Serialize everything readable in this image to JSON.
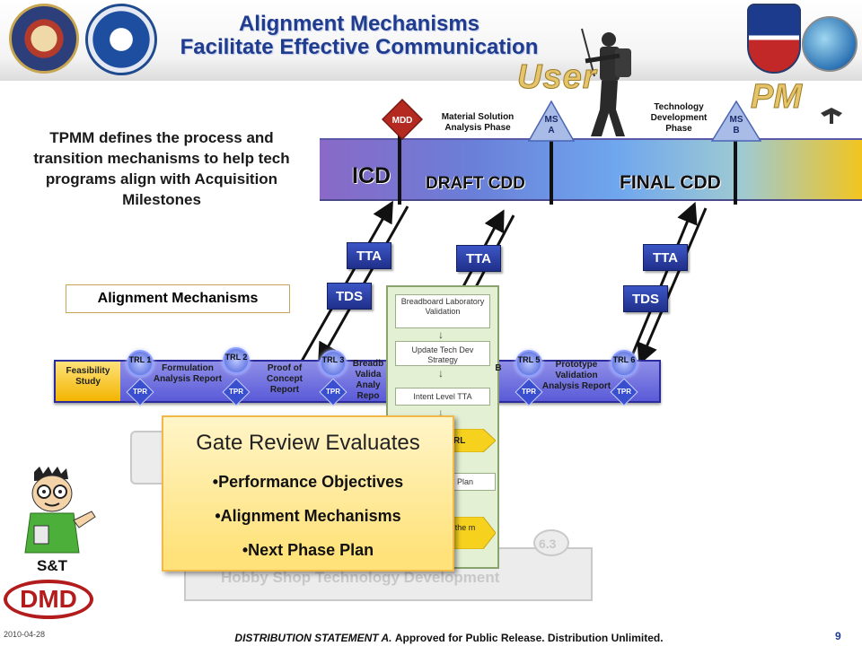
{
  "header": {
    "title_line1": "Alignment Mechanisms",
    "title_line2": "Facilitate Effective Communication"
  },
  "labels": {
    "user": "User",
    "pm": "PM",
    "intro": "TPMM defines the process and transition mechanisms to help tech programs align with Acquisition Milestones",
    "alignment_mechanisms": "Alignment Mechanisms",
    "st": "S&T",
    "dmd": "DMD"
  },
  "milestones": {
    "mdd": "MDD",
    "ms_a": [
      "MS",
      "A"
    ],
    "ms_b": [
      "MS",
      "B"
    ],
    "phase_msa": "Material Solution Analysis Phase",
    "phase_td": "Technology Development Phase"
  },
  "bar": {
    "icd": "ICD",
    "draft_cdd": "DRAFT CDD",
    "final_cdd": "FINAL CDD"
  },
  "tags": {
    "tta": "TTA",
    "tds": "TDS"
  },
  "track": {
    "stages": [
      "Feasibility Study",
      "Formulation Analysis Report",
      "Proof of Concept Report",
      "Breadb Valida Analy Repo",
      "Prototype Validation Analysis Report"
    ],
    "trl": [
      "TRL 1",
      "TRL 2",
      "TRL 3",
      "TRL 5",
      "TRL 6"
    ],
    "tpr": "TPR"
  },
  "flowchart": {
    "boxes": [
      "Breadboard Laboratory Validation",
      "Update Tech Dev Strategy",
      "Intent Level TTA"
    ],
    "fragments": [
      "RL",
      "Plan",
      "the m"
    ],
    "tab_right": "B"
  },
  "background": {
    "hobby_shop": "Hobby Shop Technology Development",
    "tag_63": "6.3"
  },
  "gate": {
    "title": "Gate Review Evaluates",
    "items": [
      "•Performance Objectives",
      "•Alignment Mechanisms",
      "•Next Phase Plan"
    ]
  },
  "footer": {
    "date": "2010-04-28",
    "dist_label": "DISTRIBUTION STATEMENT A.",
    "dist_text": "Approved for Public Release. Distribution Unlimited.",
    "page": "9"
  },
  "colors": {
    "title": "#1f3c8f",
    "tag_blue": "#1f2f8a",
    "bar_gold": "#f2c51f",
    "gate_fill": "#ffe27a",
    "mdd_red": "#b52a20"
  }
}
